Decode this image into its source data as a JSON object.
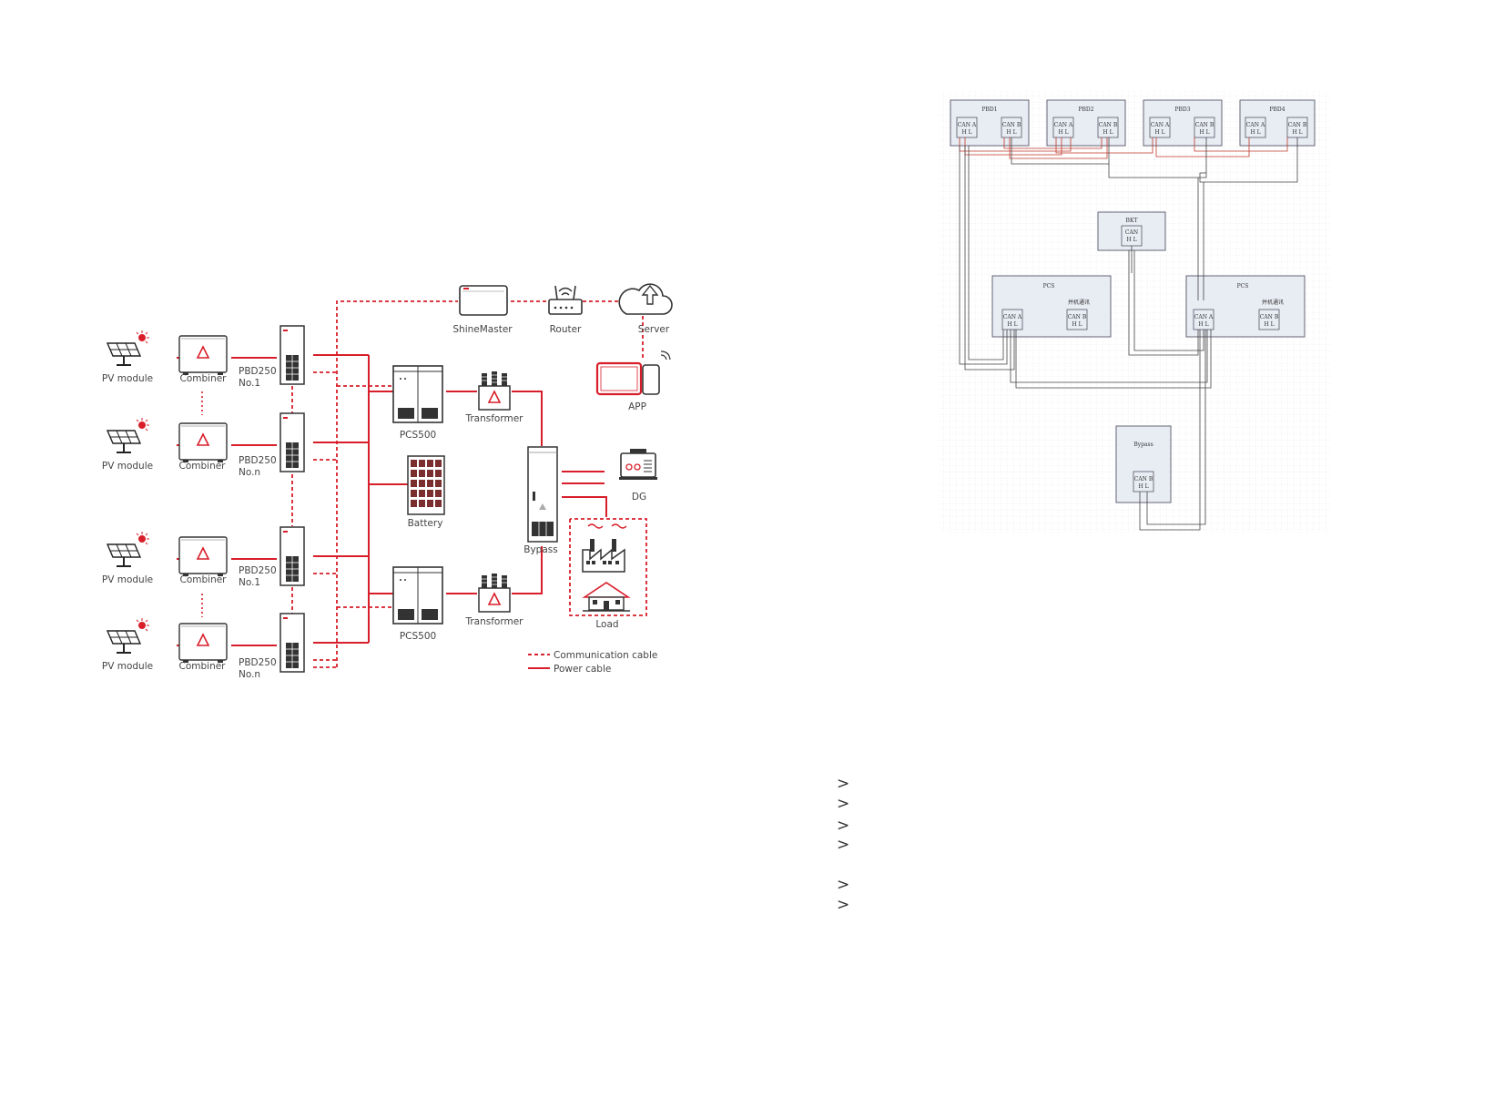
{
  "left_diagram": {
    "labels": {
      "pv_module": "PV module",
      "combiner": "Combiner",
      "pbd_no1_a": "PBD250",
      "pbd_no1_b": "No.1",
      "pbd_non_a": "PBD250",
      "pbd_non_b": "No.n",
      "shinemaster": "ShineMaster",
      "router": "Router",
      "server": "Server",
      "app": "APP",
      "pcs500": "PCS500",
      "transformer": "Transformer",
      "battery": "Battery",
      "bypass": "Bypass",
      "dg": "DG",
      "load": "Load"
    },
    "legend": {
      "communication": "Communication cable",
      "power": "Power cable"
    },
    "colors": {
      "power": "#d81e2a",
      "comm": "#d81e2a",
      "equipment": "#333333"
    }
  },
  "right_diagram": {
    "pbd_boxes": [
      "PBD1",
      "PBD2",
      "PBD3",
      "PBD4"
    ],
    "can_a": "CAN A",
    "can_b": "CAN B",
    "can": "CAN",
    "hl": "H  L",
    "bkt_label": "BKT",
    "pcs_label": "PCS",
    "parallel_label": "并机通讯",
    "bypass_label": "Bypass"
  },
  "bullets": {
    "icon": "chevron-right-icon",
    "count": 6
  }
}
